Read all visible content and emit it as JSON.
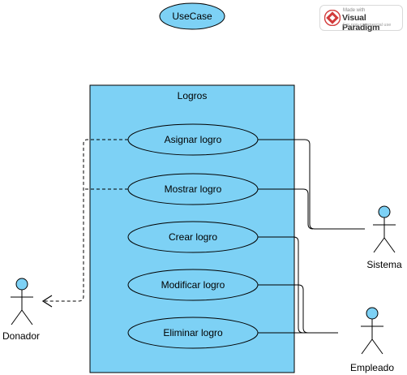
{
  "diagram": {
    "title": "UseCase",
    "system_boundary": "Logros",
    "use_cases": [
      "Asignar logro",
      "Mostrar logro",
      "Crear logro",
      "Modificar logro",
      "Eliminar logro"
    ],
    "actors": [
      "Donador",
      "Sistema",
      "Empleado"
    ]
  },
  "watermark": {
    "line1": "Made with",
    "brand": "Visual Paradigm",
    "line3": "For non-commercial use"
  },
  "colors": {
    "fill": "#7dd1f5",
    "stroke": "#000000"
  }
}
